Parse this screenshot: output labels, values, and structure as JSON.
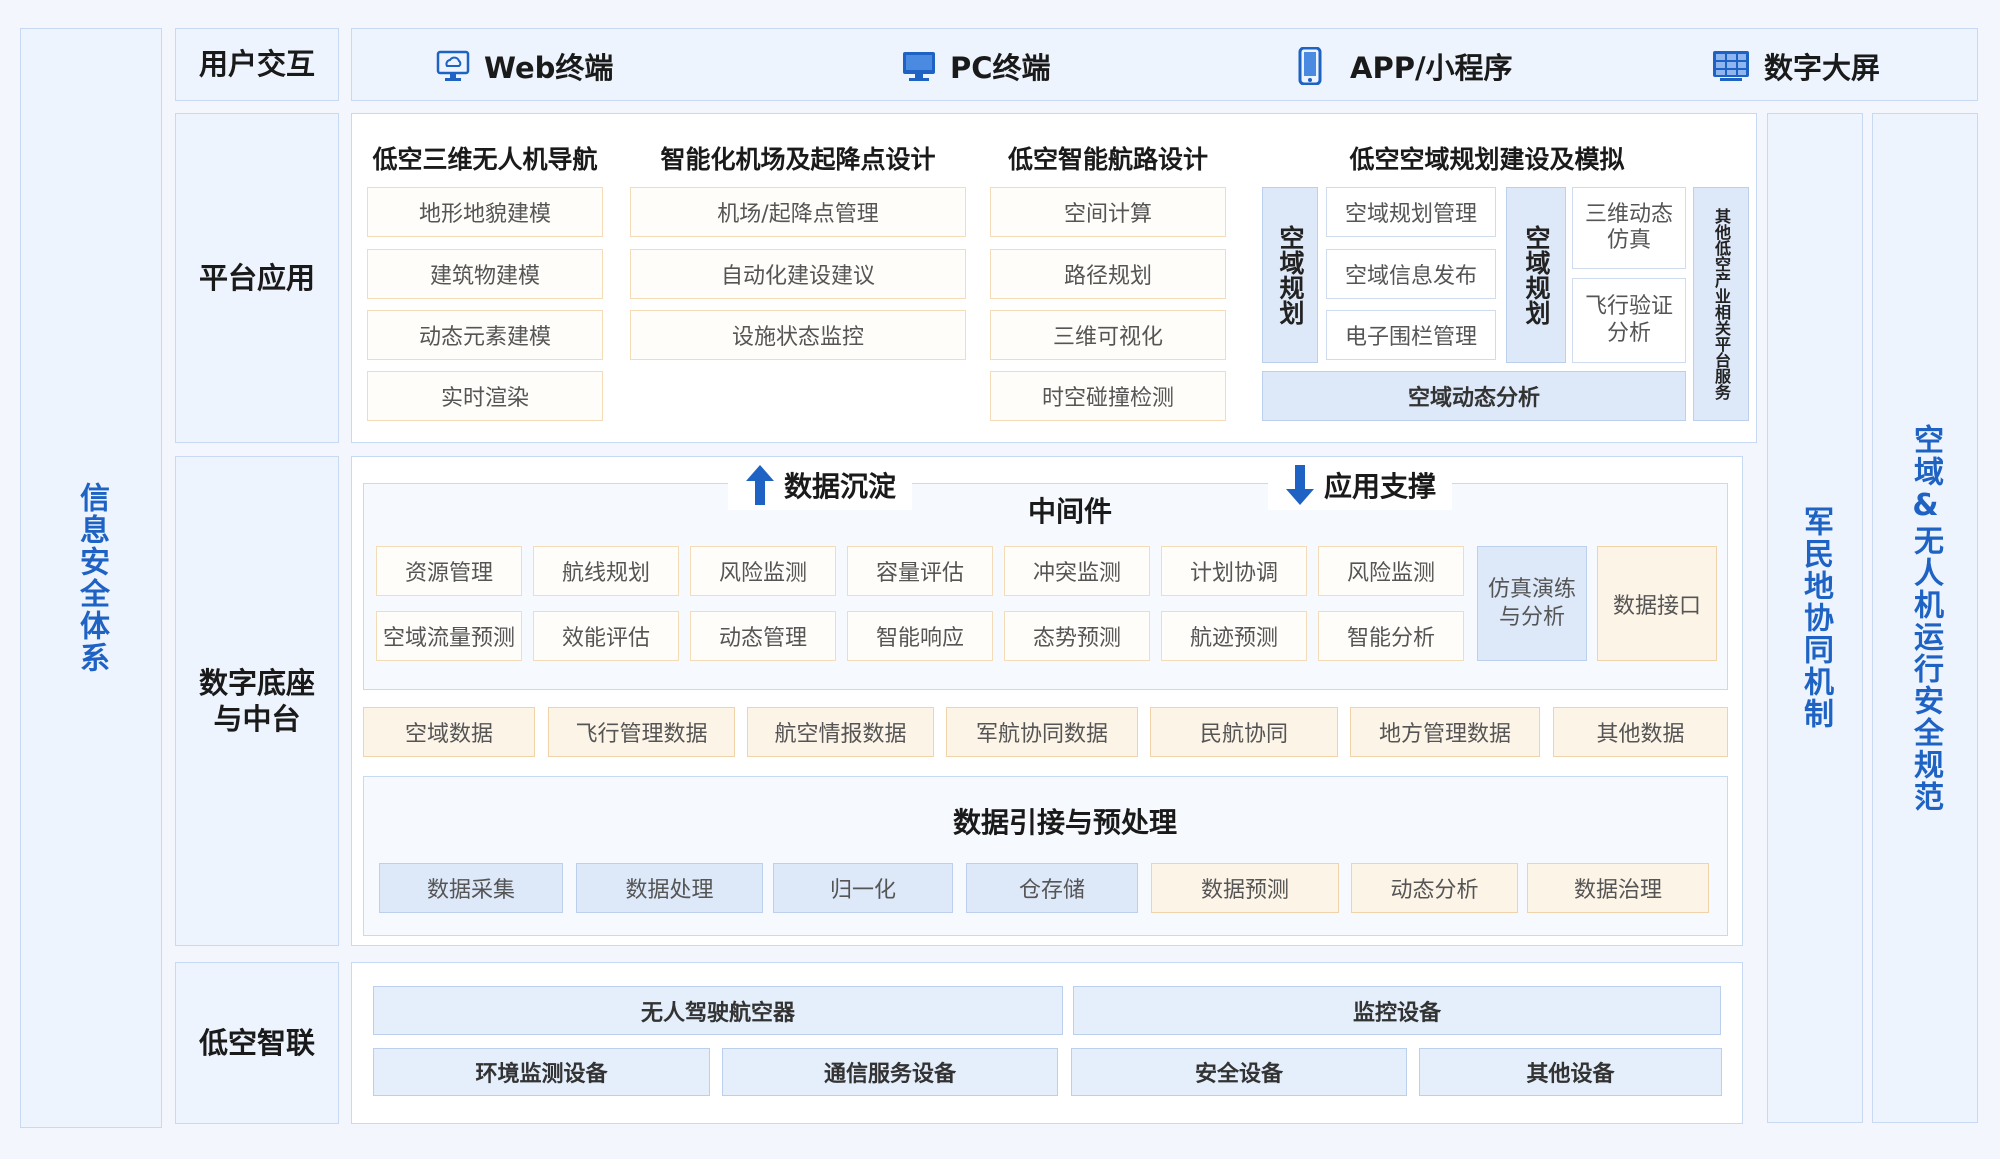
{
  "left_title": "信息安全体系",
  "right_titles": [
    "军民地协同机制",
    "空域&无人机运行安全规范"
  ],
  "user_layer": {
    "label": "用户交互",
    "terminals": [
      {
        "icon": "monitor-cloud-icon",
        "label": "Web终端"
      },
      {
        "icon": "desktop-icon",
        "label": "PC终端"
      },
      {
        "icon": "phone-icon",
        "label": "APP/小程序"
      },
      {
        "icon": "screen-grid-icon",
        "label": "数字大屏"
      }
    ]
  },
  "platform": {
    "label": "平台应用",
    "groups": [
      {
        "title": "低空三维无人机导航",
        "items": [
          "地形地貌建模",
          "建筑物建模",
          "动态元素建模",
          "实时渲染"
        ]
      },
      {
        "title": "智能化机场及起降点设计",
        "items": [
          "机场/起降点管理",
          "自动化建设建议",
          "设施状态监控"
        ]
      },
      {
        "title": "低空智能航路设计",
        "items": [
          "空间计算",
          "路径规划",
          "三维可视化",
          "时空碰撞检测"
        ]
      }
    ],
    "airspace": {
      "title": "低空空域规划建设及模拟",
      "side1": "空域规划",
      "items1": [
        "空域规划管理",
        "空域信息发布",
        "电子围栏管理"
      ],
      "side2": "空域规划",
      "items2": [
        "三维动态仿真",
        "飞行验证分析"
      ],
      "bottom": "空域动态分析",
      "other": "其他低空产业相关平台服务"
    }
  },
  "digital": {
    "label": "数字底座与中台",
    "data_sink": "数据沉淀",
    "app_support": "应用支撑",
    "middleware": {
      "title": "中间件",
      "row1": [
        "资源管理",
        "航线规划",
        "风险监测",
        "容量评估",
        "冲突监测",
        "计划协调",
        "风险监测"
      ],
      "row2": [
        "空域流量预测",
        "效能评估",
        "动态管理",
        "智能响应",
        "态势预测",
        "航迹预测",
        "智能分析"
      ],
      "sim": "仿真演练与分析",
      "api": "数据接口"
    },
    "data_sources": [
      "空域数据",
      "飞行管理数据",
      "航空情报数据",
      "军航协同数据",
      "民航协同",
      "地方管理数据",
      "其他数据"
    ],
    "ingest": {
      "title": "数据引接与预处理",
      "blue_items": [
        "数据采集",
        "数据处理",
        "归一化",
        "仓存储"
      ],
      "orange_items": [
        "数据预测",
        "动态分析",
        "数据治理"
      ]
    }
  },
  "iot": {
    "label": "低空智联",
    "row1": [
      "无人驾驶航空器",
      "监控设备"
    ],
    "row2": [
      "环境监测设备",
      "通信服务设备",
      "安全设备",
      "其他设备"
    ]
  },
  "colors": {
    "accent": "#1e63c4",
    "panel": "#eef4fd",
    "border": "#c7d9f3",
    "orange": "#f5dcb8",
    "blue_cell": "#dde8f8"
  }
}
